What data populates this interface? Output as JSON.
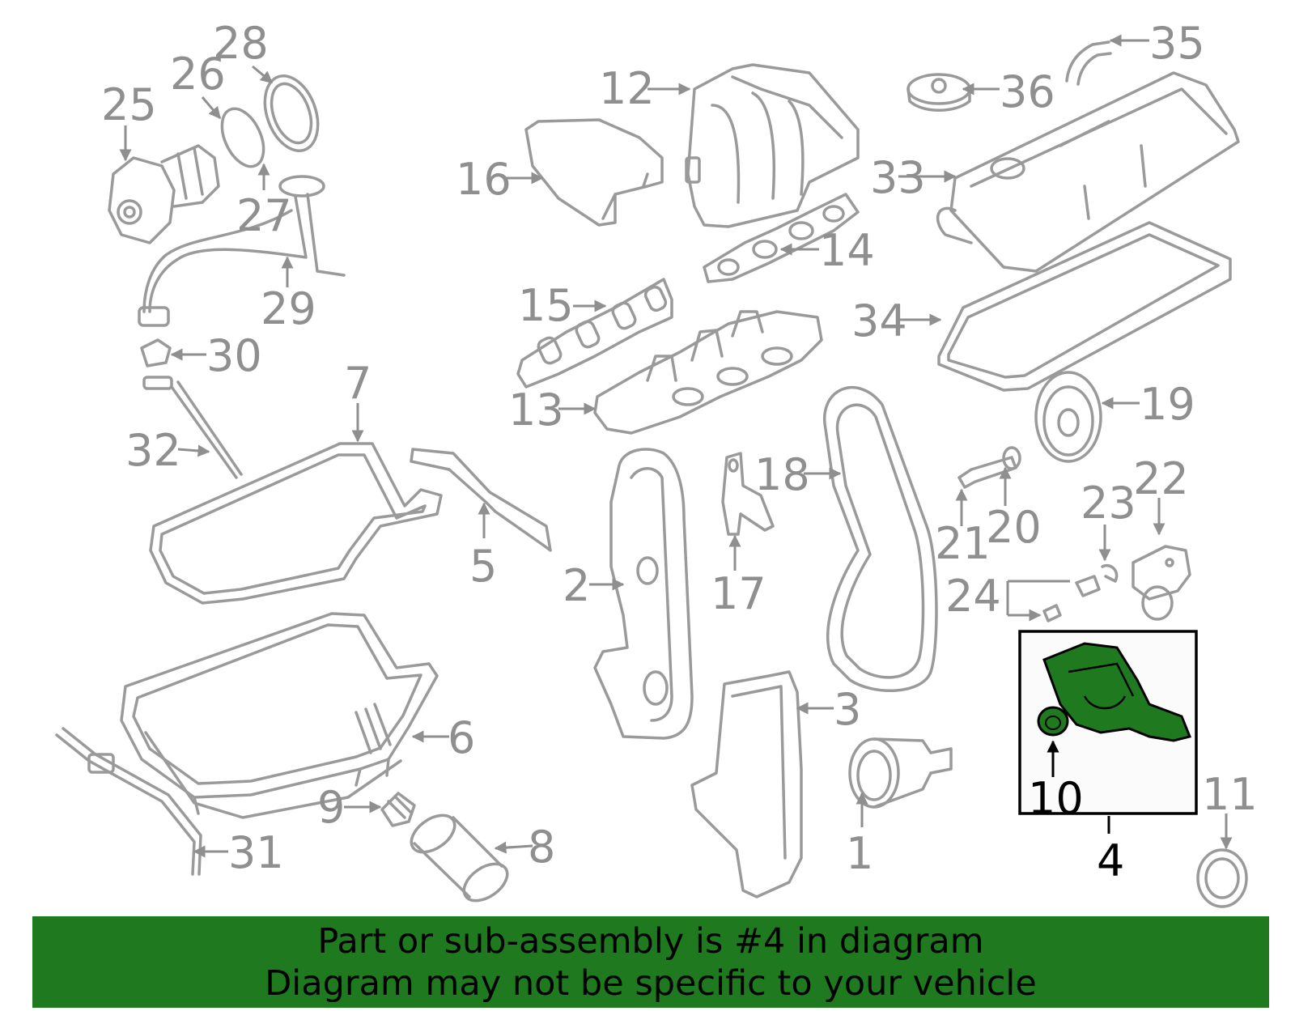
{
  "diagram": {
    "callouts": [
      "1",
      "2",
      "3",
      "5",
      "6",
      "7",
      "8",
      "9",
      "11",
      "12",
      "13",
      "14",
      "15",
      "16",
      "17",
      "18",
      "19",
      "20",
      "21",
      "22",
      "23",
      "24",
      "25",
      "26",
      "27",
      "28",
      "29",
      "30",
      "31",
      "32",
      "33",
      "34",
      "35",
      "36"
    ],
    "highlight": {
      "main_label": "4",
      "sub_label": "10",
      "color": "#1f7a1f"
    }
  },
  "banner": {
    "line1": "Part or sub-assembly is #4 in diagram",
    "line2": "Diagram may not be specific to your vehicle",
    "background": "#1f7a1f"
  },
  "colors": {
    "line": "#9a9a9a",
    "highlight": "#1f7a1f",
    "text": "#000000"
  }
}
